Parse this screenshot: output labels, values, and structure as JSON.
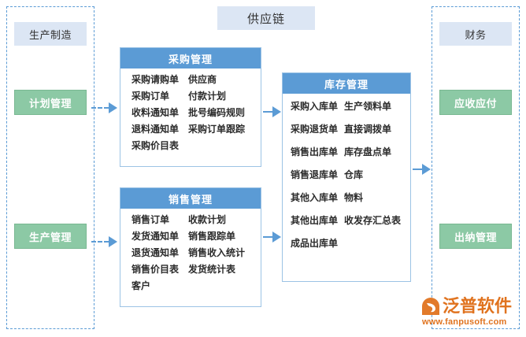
{
  "title": {
    "label": "供应链"
  },
  "left_group": {
    "header": {
      "label": "生产制造"
    },
    "items": [
      {
        "label": "计划管理"
      },
      {
        "label": "生产管理"
      }
    ]
  },
  "right_group": {
    "header": {
      "label": "财务"
    },
    "items": [
      {
        "label": "应收应付"
      },
      {
        "label": "出纳管理"
      }
    ]
  },
  "cards": {
    "purchase": {
      "title": "采购管理",
      "rows": [
        {
          "left": "采购请购单",
          "right": "供应商"
        },
        {
          "left": "采购订单",
          "right": "付款计划"
        },
        {
          "left": "收料通知单",
          "right": "批号编码规则"
        },
        {
          "left": "退料通知单",
          "right": "采购订单跟踪"
        },
        {
          "left": "采购价目表",
          "right": ""
        }
      ]
    },
    "sales": {
      "title": "销售管理",
      "rows": [
        {
          "left": "销售订单",
          "right": "收款计划"
        },
        {
          "left": "发货通知单",
          "right": "销售跟踪单"
        },
        {
          "left": "退货通知单",
          "right": "销售收入统计"
        },
        {
          "left": "销售价目表",
          "right": "发货统计表"
        },
        {
          "left": "客户",
          "right": ""
        }
      ]
    },
    "inventory": {
      "title": "库存管理",
      "rows": [
        {
          "left": "采购入库单",
          "right": "生产领料单"
        },
        {
          "left": "采购退货单",
          "right": "直接调拨单"
        },
        {
          "left": "销售出库单",
          "right": "库存盘点单"
        },
        {
          "left": "销售退库单",
          "right": "仓库"
        },
        {
          "left": "其他入库单",
          "right": "物料"
        },
        {
          "left": "其他出库单",
          "right": "收发存汇总表"
        },
        {
          "left": "成品出库单",
          "right": ""
        }
      ]
    }
  },
  "logo": {
    "name": "泛普软件",
    "url": "www.fanpusoft.com"
  },
  "colors": {
    "header_blue": "#5b9bd5",
    "chip_blue": "#dce6f4",
    "chip_green": "#8cc9a5",
    "card_border": "#9cc3e5",
    "logo_orange": "#e0731f"
  }
}
